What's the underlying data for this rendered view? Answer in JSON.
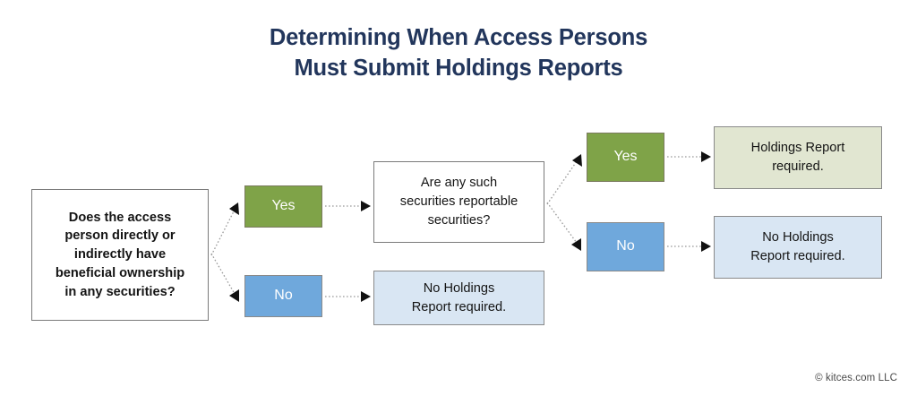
{
  "page": {
    "title": "Determining When Access Persons\nMust Submit Holdings Reports",
    "credit": "© kitces.com LLC",
    "background": "#ffffff",
    "title_color": "#22365c"
  },
  "palette": {
    "green": "#7fa348",
    "blue": "#6fa8dc",
    "sage": "#e1e6d1",
    "light_blue": "#d9e6f3",
    "box_border": "#808080",
    "connector": "#9a9a9a"
  },
  "flowchart": {
    "nodes": [
      {
        "id": "question-1",
        "kind": "question",
        "label": "Does the access\nperson directly or\nindirectly have\nbeneficial ownership\nin any securities?"
      },
      {
        "id": "yes-1",
        "kind": "branch-yes",
        "label": "Yes"
      },
      {
        "id": "no-1",
        "kind": "branch-no",
        "label": "No"
      },
      {
        "id": "question-2",
        "kind": "question",
        "label": "Are any such\nsecurities reportable\nsecurities?"
      },
      {
        "id": "result-no-1",
        "kind": "result-negative",
        "label": "No Holdings\nReport required."
      },
      {
        "id": "yes-2",
        "kind": "branch-yes",
        "label": "Yes"
      },
      {
        "id": "no-2",
        "kind": "branch-no",
        "label": "No"
      },
      {
        "id": "result-yes",
        "kind": "result-positive",
        "label": "Holdings Report\nrequired."
      },
      {
        "id": "result-no-2",
        "kind": "result-negative",
        "label": "No Holdings\nReport required."
      }
    ],
    "edges": [
      {
        "from": "question-1",
        "to": "yes-1",
        "style": "dotted-arrow"
      },
      {
        "from": "question-1",
        "to": "no-1",
        "style": "dotted-arrow"
      },
      {
        "from": "yes-1",
        "to": "question-2",
        "style": "dotted-arrow"
      },
      {
        "from": "no-1",
        "to": "result-no-1",
        "style": "dotted-arrow"
      },
      {
        "from": "question-2",
        "to": "yes-2",
        "style": "dotted-arrow"
      },
      {
        "from": "question-2",
        "to": "no-2",
        "style": "dotted-arrow"
      },
      {
        "from": "yes-2",
        "to": "result-yes",
        "style": "dotted-arrow"
      },
      {
        "from": "no-2",
        "to": "result-no-2",
        "style": "dotted-arrow"
      }
    ]
  }
}
